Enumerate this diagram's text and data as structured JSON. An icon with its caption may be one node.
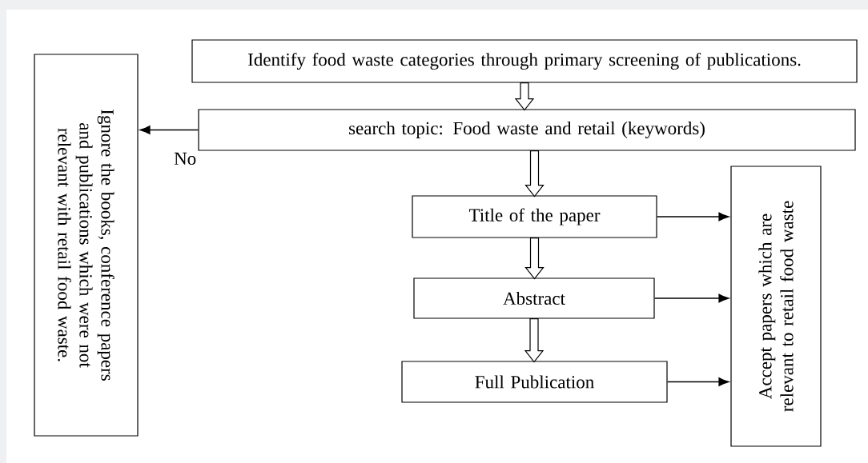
{
  "diagram": {
    "nodes": [
      {
        "text": [
          "Identify food waste categories through primary screening of publications."
        ]
      },
      {
        "text": [
          "search topic: Food waste and retail (keywords)"
        ]
      },
      {
        "text": [
          "Ignore the books, conference papers and publications which were not relevant with retail food waste."
        ]
      },
      {
        "text": [
          "Title of the paper"
        ]
      },
      {
        "text": [
          "Abstract"
        ]
      },
      {
        "text": [
          "Full Publication"
        ]
      },
      {
        "text": [
          "Accept papers which are relevant to retail food waste"
        ]
      }
    ],
    "edges": [
      {
        "from": 0,
        "to": 1,
        "arrow": "to",
        "style": "thick"
      },
      {
        "from": 1,
        "to": 2,
        "arrow": "to",
        "label": "No"
      },
      {
        "from": 1,
        "to": 3,
        "arrow": "to",
        "style": "thick"
      },
      {
        "from": 3,
        "to": 4,
        "arrow": "to",
        "style": "thick"
      },
      {
        "from": 4,
        "to": 5,
        "arrow": "to",
        "style": "thick"
      },
      {
        "from": 3,
        "to": 6,
        "arrow": "to"
      },
      {
        "from": 4,
        "to": 6,
        "arrow": "to"
      },
      {
        "from": 5,
        "to": 6,
        "arrow": "to"
      }
    ]
  }
}
